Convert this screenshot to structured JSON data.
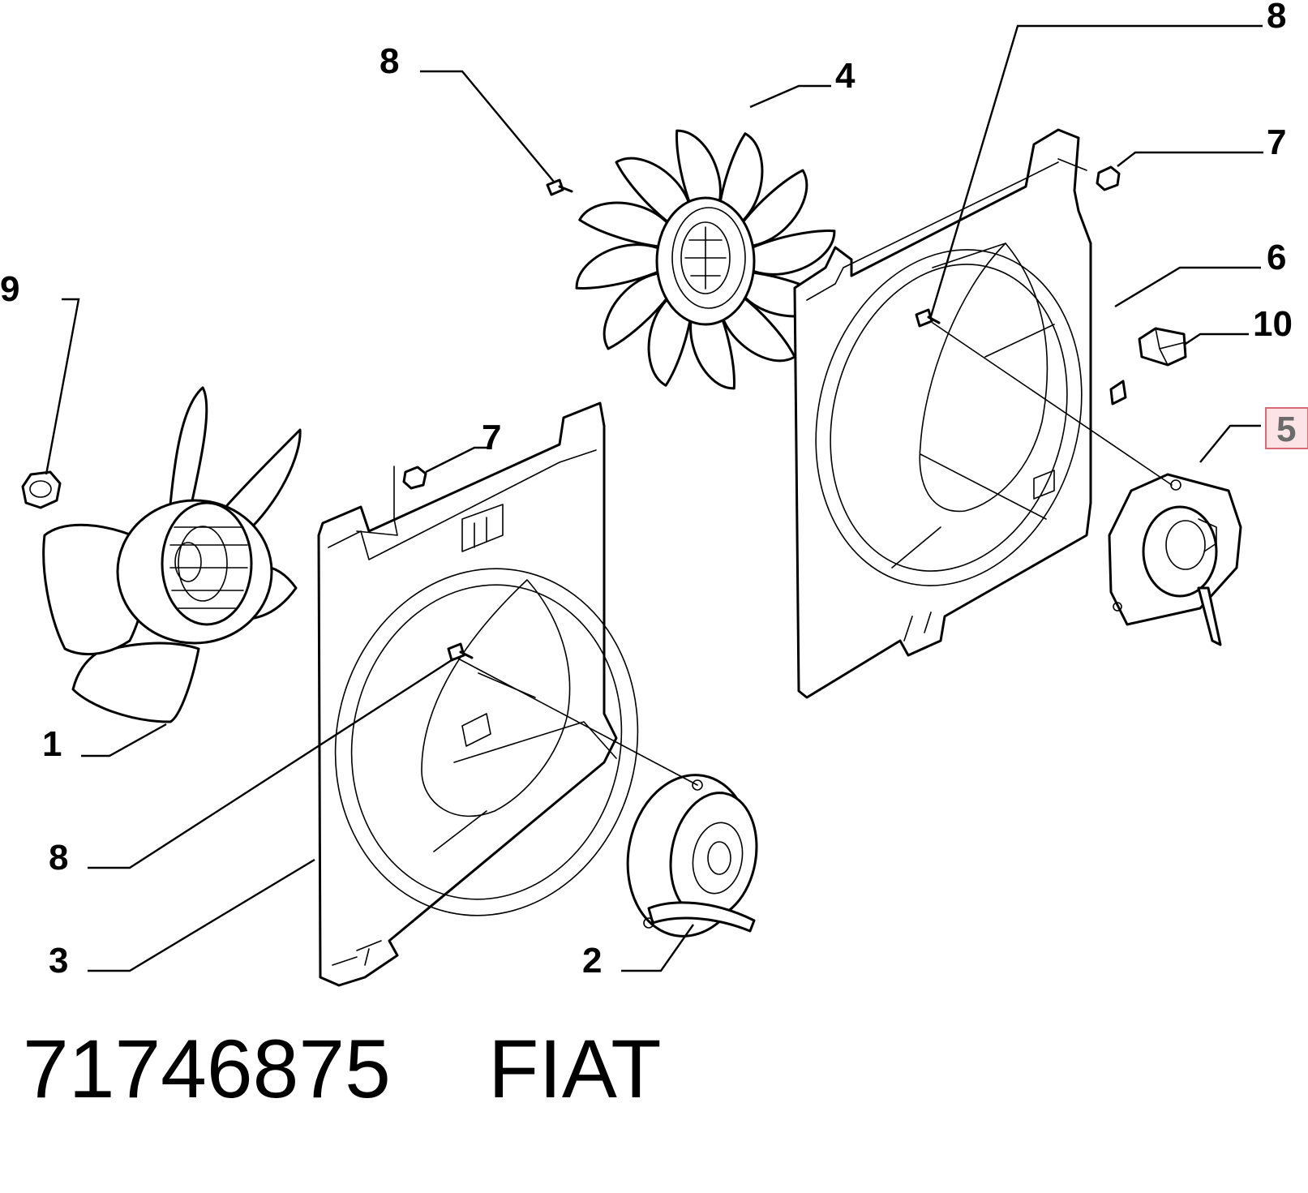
{
  "callouts": {
    "c1": "1",
    "c2": "2",
    "c3": "3",
    "c4": "4",
    "c5": "5",
    "c6": "6",
    "c7a": "7",
    "c7b": "7",
    "c8a": "8",
    "c8b": "8",
    "c8c": "8",
    "c9": "9",
    "c10": "10"
  },
  "highlighted_callout": "5",
  "highlight_color": "#d96a78",
  "footer": {
    "part_number": "71746875",
    "brand": "FIAT"
  }
}
